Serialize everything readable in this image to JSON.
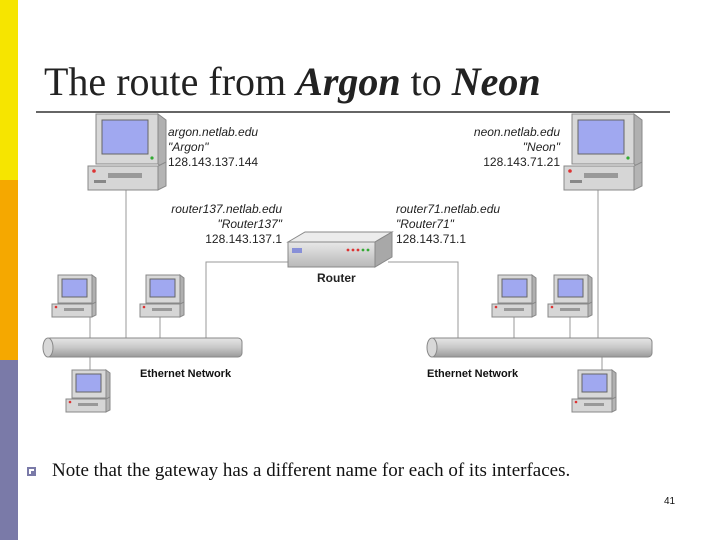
{
  "slide": {
    "title_parts": [
      "The route from ",
      "Argon",
      " to ",
      "Neon"
    ],
    "note": "Note that the gateway has a different name for each of its interfaces.",
    "page_number": "41"
  },
  "hosts": {
    "argon": {
      "dns": "argon.netlab.edu",
      "name": "\"Argon\"",
      "ip": "128.143.137.144"
    },
    "neon": {
      "dns": "neon.netlab.edu",
      "name": "\"Neon\"",
      "ip": "128.143.71.21"
    }
  },
  "router": {
    "label": "Router",
    "if137": {
      "dns": "router137.netlab.edu",
      "name": "\"Router137\"",
      "ip": "128.143.137.1"
    },
    "if71": {
      "dns": "router71.netlab.edu",
      "name": "\"Router71\"",
      "ip": "128.143.71.1"
    }
  },
  "networks": {
    "left": "Ethernet Network",
    "right": "Ethernet Network"
  },
  "colors": {
    "sidebar_yellow": "#f6e500",
    "sidebar_orange": "#f5a800",
    "sidebar_purple": "#7a7aa8",
    "screen": "#a0a8f0"
  }
}
